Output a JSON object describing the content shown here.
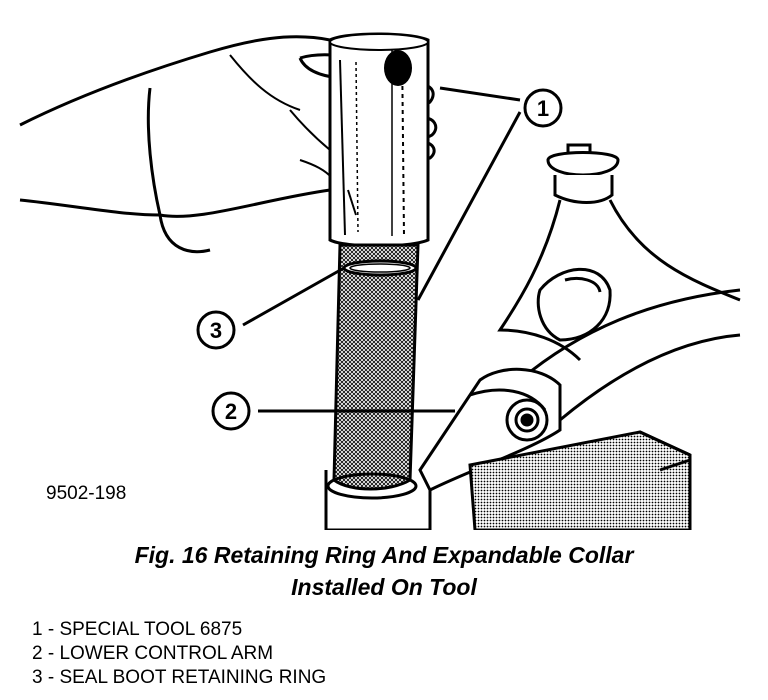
{
  "figure": {
    "code": "9502-198",
    "caption_line1": "Fig. 16 Retaining Ring And Expandable Collar",
    "caption_line2": "Installed On Tool"
  },
  "callouts": [
    {
      "number": "1",
      "label": "1 - SPECIAL TOOL 6875"
    },
    {
      "number": "2",
      "label": "2 - LOWER CONTROL ARM"
    },
    {
      "number": "3",
      "label": "3 - SEAL BOOT RETAINING RING"
    }
  ],
  "icons": {
    "hand": "hand-icon",
    "tool": "special-tool-icon",
    "arm": "control-arm-icon"
  }
}
